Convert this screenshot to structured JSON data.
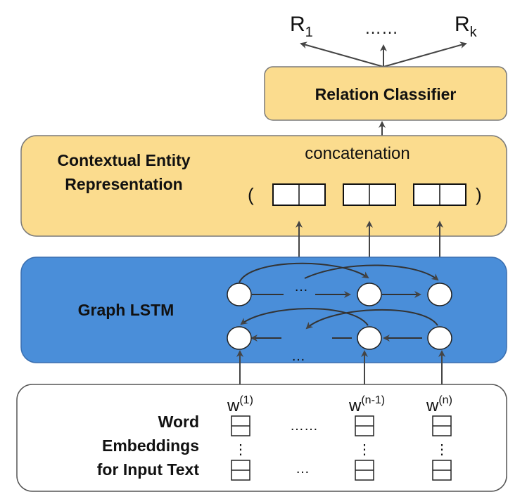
{
  "outputs": {
    "first": "R",
    "first_sub": "1",
    "ellipsis": "……",
    "last": "R",
    "last_sub": "k"
  },
  "relation_classifier": {
    "label": "Relation Classifier"
  },
  "contextual": {
    "label_line1": "Contextual Entity",
    "label_line2": "Representation",
    "concatenation": "concatenation",
    "open_paren": "(",
    "close_paren": ")"
  },
  "graph_lstm": {
    "label": "Graph LSTM",
    "dots_top": "…",
    "dots_bottom": "…"
  },
  "embeddings": {
    "label_line1": "Word",
    "label_line2": "Embeddings",
    "label_line3": "for Input Text",
    "w1_base": "w",
    "w1_sup": "(1)",
    "wn1_base": "w",
    "wn1_sup": "(n-1)",
    "wn_base": "w",
    "wn_sup": "(n)",
    "dots_top": "……",
    "dots_bottom": "…",
    "vdots": "⋮"
  },
  "colors": {
    "yellow_fill": "#fbdc8e",
    "yellow_stroke": "#7a7a7a",
    "blue_fill": "#4a8ed9",
    "blue_stroke": "#3a6fb0",
    "arrow": "#444444"
  }
}
